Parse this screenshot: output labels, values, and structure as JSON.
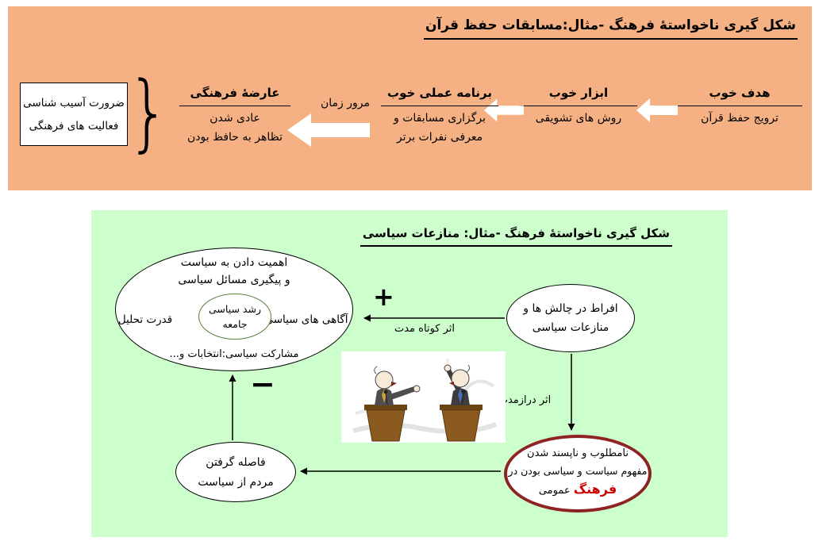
{
  "colors": {
    "top_bg": "#f5b183",
    "bottom_bg": "#ccffcc",
    "negative_border": "#8e2323",
    "highlight_red": "#cc0000",
    "inner_green": "#538135"
  },
  "top_panel": {
    "title": "شکل گیری ناخواستهٔ فرهنگ -مثال:مسابقات حفظ قرآن",
    "steps": [
      {
        "heading": "هدف خوب",
        "line1": "ترویج حفظ قرآن"
      },
      {
        "heading": "ابزار خوب",
        "line1": "روش های تشویقی"
      },
      {
        "heading": "برنامه عملی خوب",
        "line1": "برگزاری مسابقات و",
        "line2": "معرفی نفرات برتر"
      },
      {
        "heading": "عارضهٔ فرهنگی",
        "line1": "عادی شدن",
        "line2": "تظاهر به حافظ بودن"
      }
    ],
    "time_arrow_label": "مرور زمان",
    "brace_glyph": "{",
    "conclusion_box": {
      "line1": "ضرورت آسیب شناسی",
      "line2": "فعالیت های فرهنگی"
    }
  },
  "bottom_panel": {
    "title": "شکل گیری ناخواستهٔ فرهنگ -مثال: منازعات سیاسی",
    "cause_ellipse": {
      "line1": "افراط در چالش ها و",
      "line2": "منازعات سیاسی"
    },
    "plus_sign": "+",
    "minus_sign": "−",
    "short_term_label": "اثر کوتاه مدت",
    "long_term_label": "اثر درازمدت",
    "growth_ellipse": {
      "top1": "اهمیت دادن به سیاست",
      "top2": "و پیگیری مسائل سیاسی",
      "left": "قدرت تحلیل",
      "right": "آگاهی های سیاسی",
      "inner1": "رشد سیاسی",
      "inner2": "جامعه",
      "bottom": "مشارکت سیاسی:انتخابات و..."
    },
    "negative_ellipse": {
      "line1": "نامطلوب و ناپسند شدن",
      "line2": "مفهوم سیاست و سیاسی بودن در",
      "line3_highlight": "فرهنگ",
      "line3_rest": " عمومی"
    },
    "distance_ellipse": {
      "line1": "فاصله گرفتن",
      "line2": "مردم از سیاست"
    }
  }
}
